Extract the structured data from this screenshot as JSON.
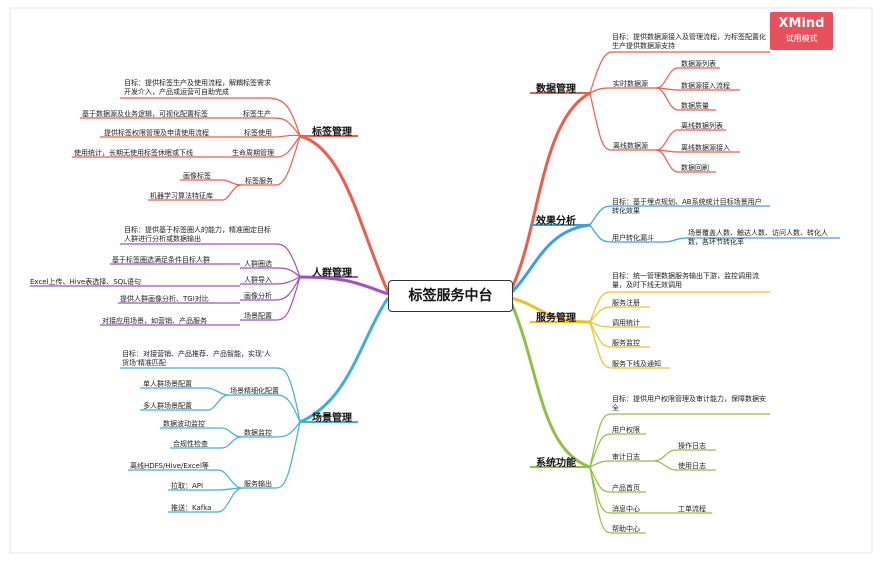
{
  "center": "标签服务中台",
  "watermark": {
    "brand": "XMind",
    "mode": "试用模式"
  },
  "colors": {
    "tag": "#f05a4b",
    "crowd": "#a050c0",
    "scene": "#3cb0d8",
    "data": "#f05a4b",
    "effect": "#3aa0e0",
    "service": "#f0c020",
    "system": "#90c040"
  },
  "branches": {
    "tag": {
      "label": "标签管理",
      "goal": "目标：提供标签生产及使用流程，解耦标签需求开发介入，产品或运营可自助完成",
      "prod": "标签生产",
      "prod_leaf": "基于数据源及业务逻辑，可视化配置标签",
      "use": "标签使用",
      "use_leaf": "提供标签权限管理及申请使用流程",
      "life": "生命周期管理",
      "life_leaf": "使用统计，长期无使用标签休眠或下线",
      "svc": "标签服务",
      "svc_leaf1": "画像标签",
      "svc_leaf2": "机器学习算法特征库"
    },
    "crowd": {
      "label": "人群管理",
      "goal": "目标：提供基于标签圈人的能力，精准圈定目标人群进行分析或数据输出",
      "filter": "人群圈选",
      "filter_leaf": "基于标签圈选满足条件目标人群",
      "import": "人群导入",
      "import_leaf": "Excel上传、Hive表选择、SQL语句",
      "portrait": "画像分析",
      "portrait_leaf": "提供人群画像分析、TGI对比",
      "scene": "场景配置",
      "scene_leaf": "对接应用场景，如营销、产品服务"
    },
    "scene": {
      "label": "场景管理",
      "goal": "目标：对接营销、产品推荐、产品智能，实现'人货场'精准匹配",
      "match": "场景精细化配置",
      "match_leaf1": "单人群场景配置",
      "match_leaf2": "多人群场景配置",
      "monitor": "数据监控",
      "monitor_leaf1": "数据波动监控",
      "monitor_leaf2": "合规性检查",
      "output": "服务输出",
      "output_leaf1": "离线HDFS/Hive/Excel等",
      "output_leaf2": "拉取：API",
      "output_leaf3": "推送：Kafka"
    },
    "data": {
      "label": "数据管理",
      "goal": "目标：提供数据源接入及管理流程，为标签配置化生产提供数据源支持",
      "rt": "实时数据源",
      "rt_leaf1": "数据源列表",
      "rt_leaf2": "数据源接入流程",
      "rt_leaf3": "数据质量",
      "off": "离线数据源",
      "off_leaf1": "离线数据列表",
      "off_leaf2": "离线数据源接入",
      "off_leaf3": "数据回刷"
    },
    "effect": {
      "label": "效果分析",
      "goal": "目标：基于埋点规划、AB系统统计目标场景用户转化效果",
      "funnel": "用户转化漏斗",
      "funnel_leaf": "场景覆盖人数、触达人数、访问人数、转化人数，各环节转化率"
    },
    "service": {
      "label": "服务管理",
      "goal": "目标：统一管理数据服务输出下游，监控调用流量，及时下线无效调用",
      "reg": "服务注册",
      "stat": "调用统计",
      "mon": "服务监控",
      "off": "服务下线及通知"
    },
    "system": {
      "label": "系统功能",
      "goal": "目标：提供用户权限管理及审计能力，保障数据安全",
      "perm": "用户权限",
      "audit": "审计日志",
      "audit_leaf1": "操作日志",
      "audit_leaf2": "使用日志",
      "home": "产品首页",
      "msg": "消息中心",
      "msg_leaf": "工单流程",
      "help": "帮助中心"
    }
  }
}
